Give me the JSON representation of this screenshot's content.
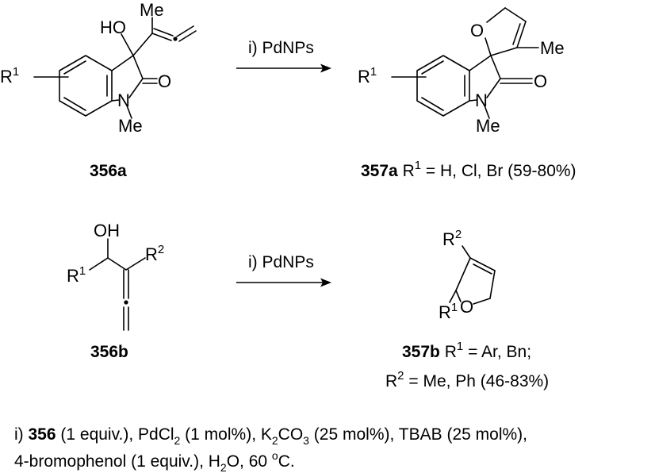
{
  "scheme1": {
    "reactant": {
      "id": "356a",
      "atoms": {
        "r": "R",
        "r_sup": "1",
        "ho": "HO",
        "me_top": "Me",
        "o": "O",
        "n": "N",
        "me_n": "Me"
      }
    },
    "reagent": "i) PdNPs",
    "product": {
      "id": "357a",
      "atoms": {
        "r": "R",
        "r_sup": "1",
        "o_ring": "O",
        "me_ring": "Me",
        "o": "O",
        "n": "N",
        "me_n": "Me"
      },
      "label_r": "R",
      "label_sup": "1",
      "label_rest": " = H, Cl, Br (59-80%)"
    }
  },
  "scheme2": {
    "reactant": {
      "id": "356b",
      "atoms": {
        "oh": "OH",
        "r1": "R",
        "r1_sup": "1",
        "r2": "R",
        "r2_sup": "2"
      }
    },
    "reagent": "i) PdNPs",
    "product": {
      "id": "357b",
      "atoms": {
        "r2": "R",
        "r2_sup": "2",
        "r1": "R",
        "r1_sup": "1",
        "o": "O"
      },
      "line1_r": "R",
      "line1_sup": "1",
      "line1_rest": " = Ar, Bn;",
      "line2_r": "R",
      "line2_sup": "2",
      "line2_rest": " = Me, Ph (46-83%)"
    }
  },
  "conditions": {
    "line1": {
      "prefix": "i) ",
      "cmpd": "356",
      "t1": " (1 equiv.), PdCl",
      "s1": "2",
      "t2": " (1 mol%), K",
      "s2": "2",
      "t3": "CO",
      "s3": "3",
      "t4": " (25 mol%), TBAB (25 mol%),"
    },
    "line2": {
      "t1": "4-bromophenol (1 equiv.), H",
      "s1": "2",
      "t2": "O, 60 ",
      "sup": "o",
      "t3": "C."
    }
  }
}
